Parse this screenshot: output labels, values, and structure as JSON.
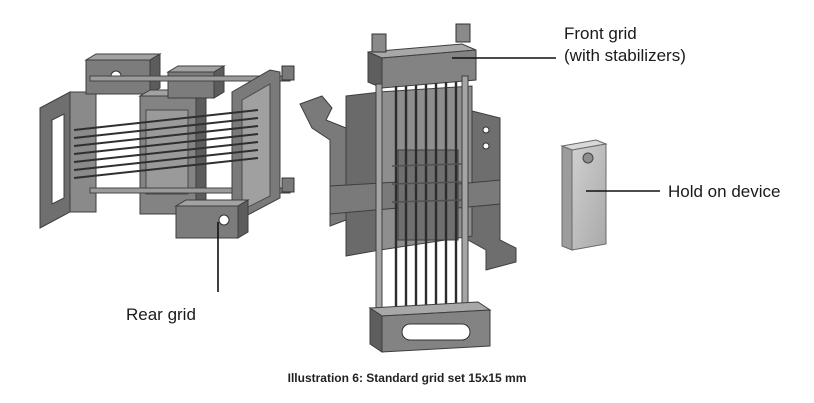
{
  "labels": {
    "front_grid_line1": "Front grid",
    "front_grid_line2": "(with stabilizers)",
    "hold_on_device": "Hold on device",
    "rear_grid": "Rear grid"
  },
  "caption": "Illustration 6: Standard grid set 15x15 mm",
  "colors": {
    "metal_dark": "#5e5e5e",
    "metal_mid": "#7a7a7a",
    "metal_light": "#9a9a9a",
    "metal_face": "#8c8c8c",
    "plate": "#b9b9b9",
    "leader_line": "#111111"
  }
}
